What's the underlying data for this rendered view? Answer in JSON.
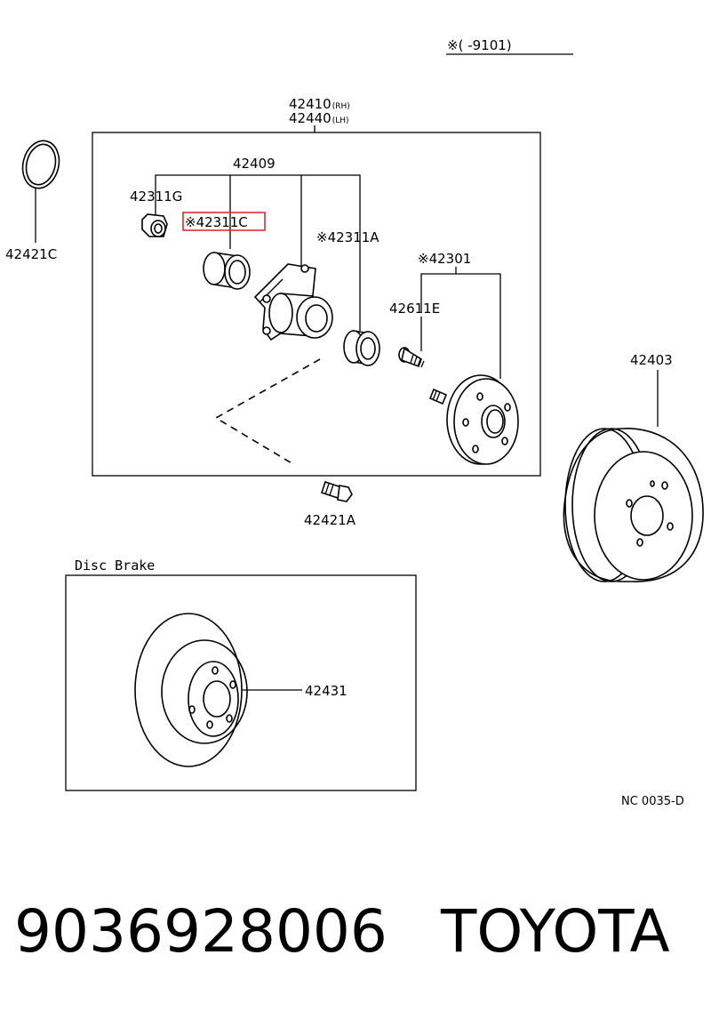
{
  "header": {
    "applicability": "※(      -9101)"
  },
  "labels": {
    "assembly_rh": "42410",
    "assembly_rh_suffix": "(RH)",
    "assembly_lh": "42440",
    "assembly_lh_suffix": "(LH)",
    "hub_bearing": "42409",
    "part_42311g": "42311G",
    "part_42311c_highlighted": "※42311C",
    "part_42311a": "※42311A",
    "part_42301": "※42301",
    "part_42611e": "42611E",
    "part_42421c": "42421C",
    "part_42403": "42403",
    "part_42421a": "42421A",
    "part_42431": "42431"
  },
  "disc_brake": {
    "title": "Disc Brake"
  },
  "diagram_code": "NC  0035-D",
  "footer": {
    "part_number": "9036928006",
    "brand": "TOYOTA"
  },
  "colors": {
    "highlight": "#e02020",
    "ink": "#000000"
  }
}
